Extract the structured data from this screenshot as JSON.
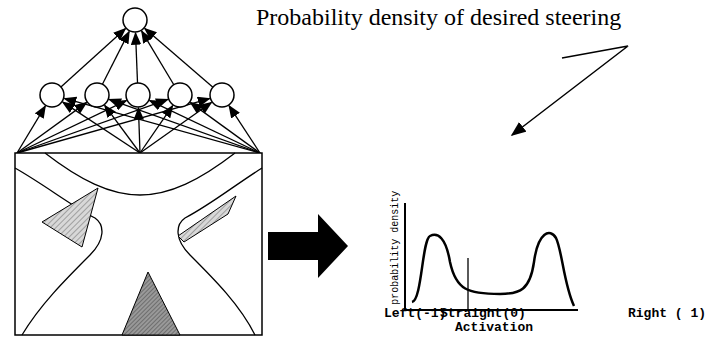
{
  "diagram": {
    "labels": [
      "Probability density of desired steering",
      "probability density",
      "Left(-1)",
      "Straight(0)",
      "Right ( 1)",
      "Activation"
    ]
  }
}
